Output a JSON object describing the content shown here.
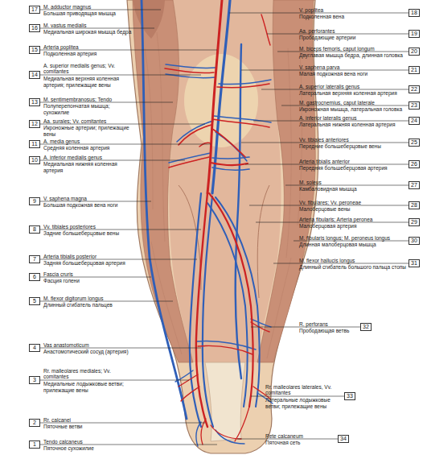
{
  "diagram": {
    "nodes": [
      {
        "text": [
          "1"
        ]
      },
      {
        "text": [
          "2"
        ]
      },
      {
        "text": [
          "3"
        ]
      },
      {
        "text": [
          "4"
        ]
      },
      {
        "text": [
          "5"
        ]
      },
      {
        "text": [
          "6"
        ]
      },
      {
        "text": [
          "7"
        ]
      },
      {
        "text": [
          "8"
        ]
      },
      {
        "text": [
          "9"
        ]
      },
      {
        "text": [
          "10"
        ]
      },
      {
        "text": [
          "11"
        ]
      },
      {
        "text": [
          "12"
        ]
      },
      {
        "text": [
          "13"
        ]
      },
      {
        "text": [
          "14"
        ]
      },
      {
        "text": [
          "15"
        ]
      },
      {
        "text": [
          "16"
        ]
      },
      {
        "text": [
          "17"
        ]
      },
      {
        "text": [
          "18"
        ]
      },
      {
        "text": [
          "19"
        ]
      },
      {
        "text": [
          "20"
        ]
      },
      {
        "text": [
          "21"
        ]
      },
      {
        "text": [
          "22"
        ]
      },
      {
        "text": [
          "23"
        ]
      },
      {
        "text": [
          "24"
        ]
      },
      {
        "text": [
          "25"
        ]
      },
      {
        "text": [
          "26"
        ]
      },
      {
        "text": [
          "27"
        ]
      },
      {
        "text": [
          "28"
        ]
      },
      {
        "text": [
          "29"
        ]
      },
      {
        "text": [
          "30"
        ]
      },
      {
        "text": [
          "31"
        ]
      },
      {
        "text": [
          "32"
        ]
      },
      {
        "text": [
          "33"
        ]
      },
      {
        "text": [
          "34"
        ]
      }
    ],
    "labels": [
      "Tendo calcaneus",
      "Пяточное сухожилие",
      "Rr. calcanei",
      "Пяточные ветви",
      "Rr. malleolares mediales; Vv. comitantes",
      "Медиальные лодыжковые ветви; прилежащие вены",
      "Vas anastomoticum",
      "Анастомотический сосуд (артерия)",
      "M. flexor digitorum longus",
      "Длинный сгибатель пальцев",
      "Fascia cruris",
      "Фасция голени",
      "Arteria tibialis posterior",
      "Задняя большеберцовая артерия",
      "Vv. tibiales posteriores",
      "Задние большеберцовые вены",
      "V. saphena magna",
      "Большая подкожная вена ноги",
      "A. inferior medialis genus",
      "Медиальная нижняя коленная артерия",
      "A. media genus",
      "Средняя коленная артерия",
      "Aa. surales; Vv. comitantes",
      "Икроножные артерии; прилежащие вены",
      "M. sentimembranosus; Tendo",
      "Полуперепончатая мышца; сухожилие",
      "A. superior medialis genus; Vv. comitantes",
      "Медиальная верхняя коленная артерия; прилежащие вены",
      "Arteria poplitea",
      "Подколенная артерия",
      "M. vastus medialis",
      "Медиальная широкая мышца бедра",
      "M. adductor magnus",
      "Большая приводящая мышца",
      "V. poplitea",
      "Подколенная вена",
      "Aa. perforantes",
      "Прободающие артерии",
      "M. biceps femoris, caput longum",
      "Двуглавая мышца бедра, длинная головка",
      "V. saphena parva",
      "Малая подкожная вена ноги",
      "A. superior lateralis genus",
      "Латеральная верхняя коленная артерия",
      "M. gastrocnemius, caput laterale",
      "Икроножная мышца, латеральная головка",
      "A. inferior lateralis genus",
      "Латеральная нижняя коленная артерия",
      "Vv. tibiales anteriores",
      "Передние большеберцовые вены",
      "Arteria tibialis anterior",
      "Передняя большеберцовая артерия",
      "M. soleus",
      "Камбаловидная мышца",
      "Vv. fibulares; Vv. peroneae",
      "Малоберцовые вены",
      "Arteria fibularis; Arteria peronea",
      "Малоберцовая артерия",
      "M. fibularis longus; M. peroneus longus",
      "Длинная малоберцовая мышца",
      "M. flexor hallucis longus",
      "Длинный сгибатель большого пальца стопы",
      "R. perforans",
      "Прободающая ветвь",
      "Rr. malleolares laterales, Vv. comitantes",
      "Латеральные лодыжковые ветви; прилежащие вены",
      "Rete calcaneum",
      "Пяточная сеть"
    ]
  }
}
